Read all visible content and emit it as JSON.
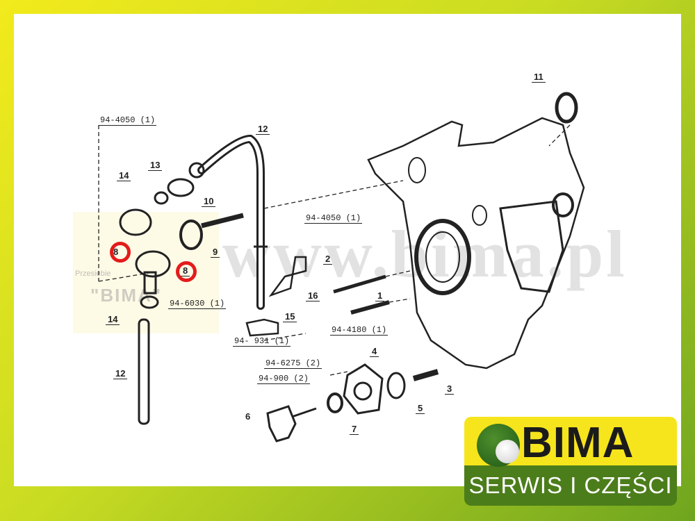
{
  "watermark": {
    "url": "www.bima.pl",
    "small": "Przesiebie",
    "brand": "\"BIMA\""
  },
  "parts": [
    "1",
    "2",
    "3",
    "4",
    "5",
    "6",
    "7",
    "8",
    "8",
    "9",
    "10",
    "11",
    "12",
    "12",
    "13",
    "14",
    "14",
    "15",
    "16"
  ],
  "refs": {
    "r1": "94-4050 (1)",
    "r2": "94-4050 (1)",
    "r3": "94-6030 (1)",
    "r4": "94- 931 (1)",
    "r5": "94-4180 (1)",
    "r6": "94-6275 (2)",
    "r7": "94-900 (2)"
  },
  "logo": {
    "brand": "BIMA",
    "tagline": "SERWIS I CZĘŚCI"
  },
  "colors": {
    "highlight": "#e41b1b",
    "brand_yellow": "#f6e51c",
    "brand_green": "#4c7d1b"
  }
}
